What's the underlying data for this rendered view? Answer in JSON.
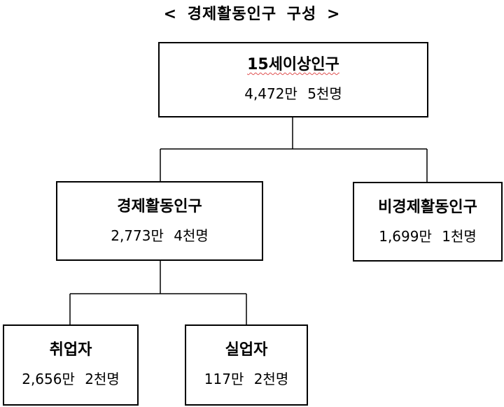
{
  "title": "< 경제활동인구 구성 >",
  "nodes": {
    "total": {
      "label": "15세이상인구",
      "value": "4,472만 5천명"
    },
    "active": {
      "label": "경제활동인구",
      "value": "2,773만 4천명"
    },
    "inactive": {
      "label": "비경제활동인구",
      "value": "1,699만 1천명"
    },
    "employed": {
      "label": "취업자",
      "value": "2,656만 2천명"
    },
    "unemployed": {
      "label": "실업자",
      "value": "117만 2천명"
    }
  }
}
